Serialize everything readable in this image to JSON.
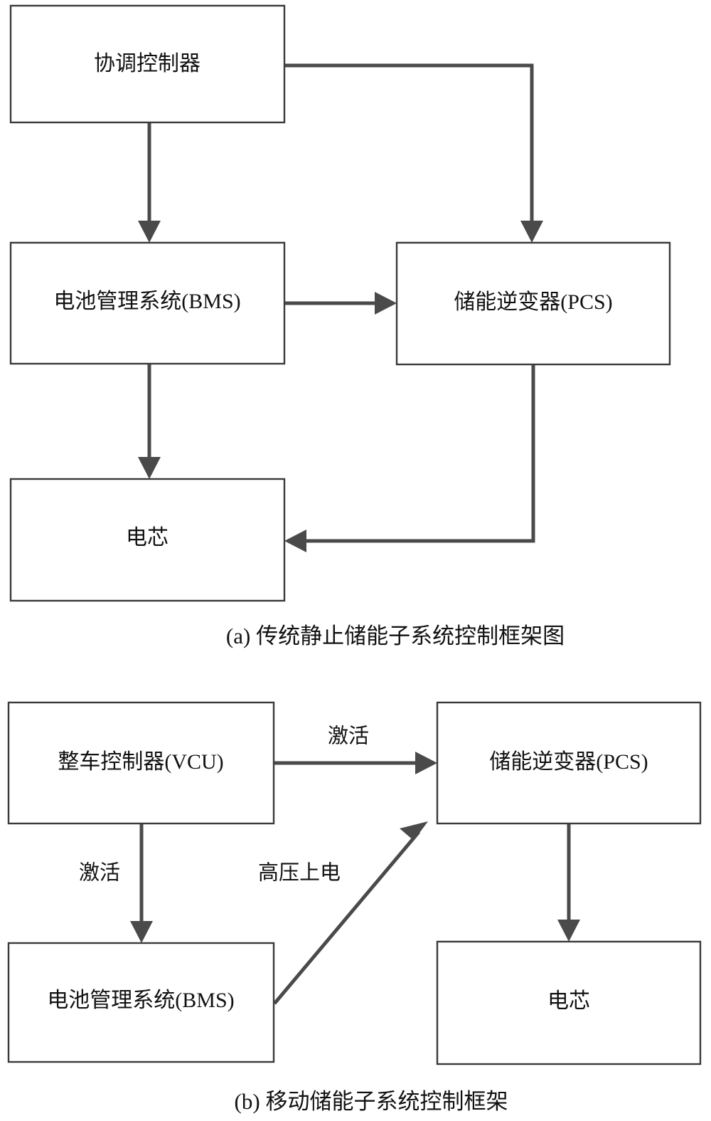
{
  "figure": {
    "type": "block-diagram",
    "panels": [
      {
        "id": "panel-a",
        "caption": "(a) 传统静止储能子系统控制框架图",
        "nodes": [
          {
            "id": "coordination-controller",
            "label": "协调控制器"
          },
          {
            "id": "bms",
            "label": "电池管理系统(BMS)"
          },
          {
            "id": "pcs",
            "label": "储能逆变器(PCS)"
          },
          {
            "id": "cell",
            "label": "电芯"
          }
        ],
        "edges": [
          {
            "id": "coord-to-bms",
            "from": "coordination-controller",
            "to": "bms",
            "label": ""
          },
          {
            "id": "coord-to-pcs",
            "from": "coordination-controller",
            "to": "pcs",
            "label": ""
          },
          {
            "id": "bms-to-pcs",
            "from": "bms",
            "to": "pcs",
            "label": ""
          },
          {
            "id": "bms-to-cell",
            "from": "bms",
            "to": "cell",
            "label": ""
          },
          {
            "id": "pcs-to-cell",
            "from": "pcs",
            "to": "cell",
            "label": ""
          }
        ]
      },
      {
        "id": "panel-b",
        "caption": "(b) 移动储能子系统控制框架",
        "nodes": [
          {
            "id": "vcu",
            "label": "整车控制器(VCU)"
          },
          {
            "id": "pcs-b",
            "label": "储能逆变器(PCS)"
          },
          {
            "id": "bms-b",
            "label": "电池管理系统(BMS)"
          },
          {
            "id": "cell-b",
            "label": "电芯"
          }
        ],
        "edges": [
          {
            "id": "vcu-to-pcs",
            "from": "vcu",
            "to": "pcs-b",
            "label": "激活"
          },
          {
            "id": "vcu-to-bms",
            "from": "vcu",
            "to": "bms-b",
            "label": "激活"
          },
          {
            "id": "bms-to-pcs-b",
            "from": "bms-b",
            "to": "pcs-b",
            "label": "高压上电"
          },
          {
            "id": "pcs-to-cell-b",
            "from": "pcs-b",
            "to": "cell-b",
            "label": ""
          }
        ]
      }
    ]
  },
  "colors": {
    "box_stroke": "#3a3a3a",
    "edge_stroke": "#4a4a4a",
    "background": "#ffffff",
    "text": "#111111"
  }
}
